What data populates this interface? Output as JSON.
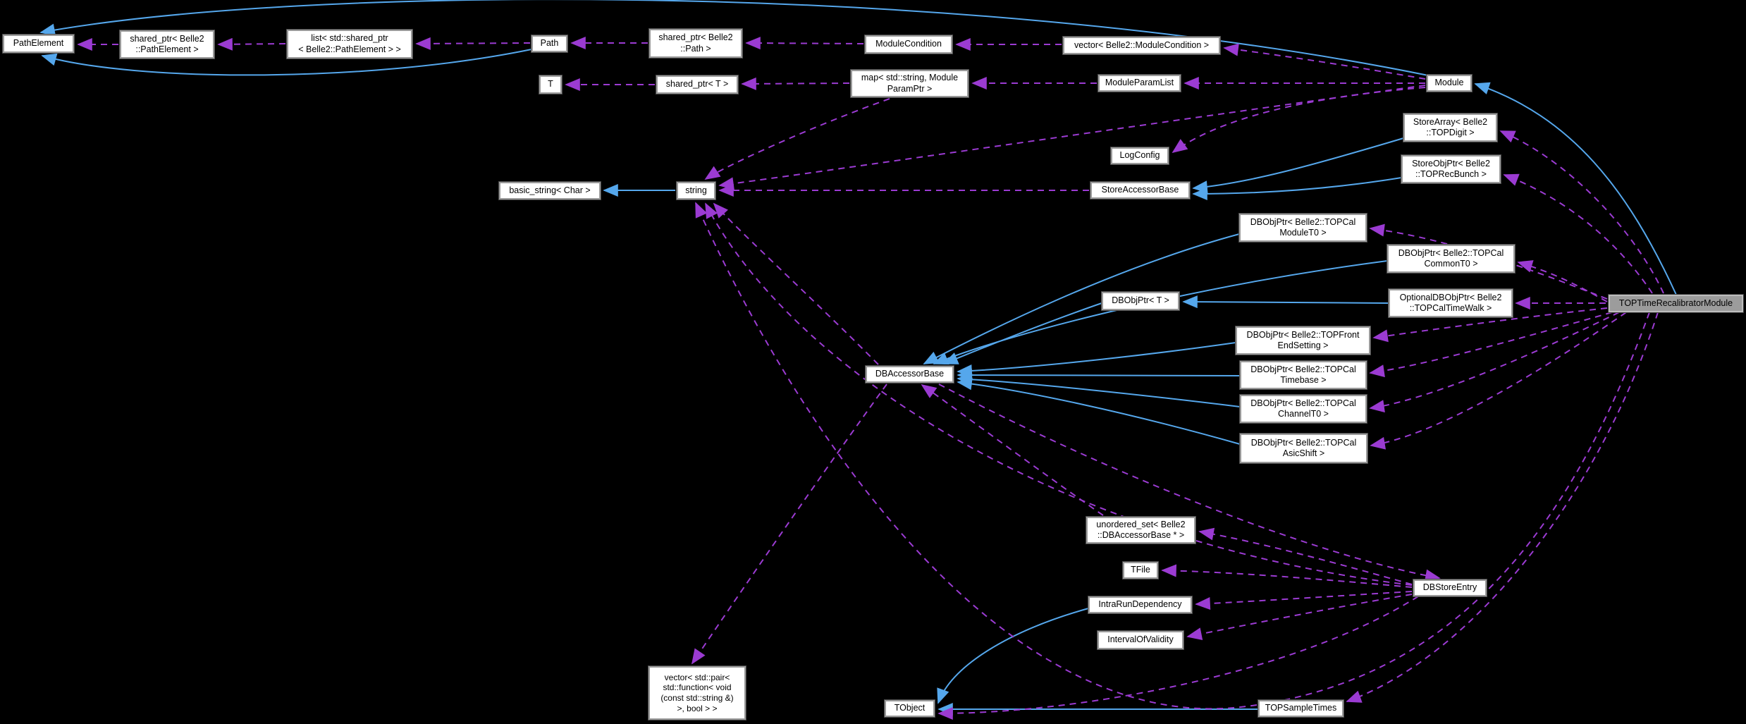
{
  "diagram": {
    "kind": "doxygen-collaboration-graph",
    "focus_class": "TOPTimeRecalibratorModule"
  },
  "colors": {
    "background": "#000000",
    "inheritance_edge": "#55a7ec",
    "usage_edge": "#9b3bd2",
    "node_fill": "#ffffff",
    "node_border": "#9a9a9a",
    "focus_node_fill": "#9c9c9c"
  },
  "nodes": {
    "path_element": {
      "label": "PathElement"
    },
    "shared_ptr_path_element": {
      "label": "shared_ptr< Belle2\n::PathElement >"
    },
    "list_shared_ptr_path_element": {
      "label": "list< std::shared_ptr\n< Belle2::PathElement > >"
    },
    "path": {
      "label": "Path"
    },
    "shared_ptr_path": {
      "label": "shared_ptr< Belle2\n::Path >"
    },
    "module_condition": {
      "label": "ModuleCondition"
    },
    "vector_module_condition": {
      "label": "vector< Belle2::ModuleCondition >"
    },
    "t": {
      "label": "T"
    },
    "shared_ptr_t": {
      "label": "shared_ptr< T >"
    },
    "map_string_moduleparamptr": {
      "label": "map< std::string, Module\nParamPtr >"
    },
    "module_param_list": {
      "label": "ModuleParamList"
    },
    "module": {
      "label": "Module"
    },
    "store_array_topdigit": {
      "label": "StoreArray< Belle2\n::TOPDigit >"
    },
    "log_config": {
      "label": "LogConfig"
    },
    "store_obj_ptr_toprecbunch": {
      "label": "StoreObjPtr< Belle2\n::TOPRecBunch >"
    },
    "basic_string_char": {
      "label": "basic_string< Char >"
    },
    "string": {
      "label": "string"
    },
    "store_accessor_base": {
      "label": "StoreAccessorBase"
    },
    "dbobjptr_topcal_module_t0": {
      "label": "DBObjPtr< Belle2::TOPCal\nModuleT0 >"
    },
    "dbobjptr_topcal_common_t0": {
      "label": "DBObjPtr< Belle2::TOPCal\nCommonT0 >"
    },
    "dbobjptr_t": {
      "label": "DBObjPtr< T >"
    },
    "optional_dbobjptr_topcal_timewalk": {
      "label": "OptionalDBObjPtr< Belle2\n::TOPCalTimeWalk >"
    },
    "top_time_recalibrator_module": {
      "label": "TOPTimeRecalibratorModule"
    },
    "dbobjptr_topfront_end_setting": {
      "label": "DBObjPtr< Belle2::TOPFront\nEndSetting >"
    },
    "dbobjptr_topcal_timebase": {
      "label": "DBObjPtr< Belle2::TOPCal\nTimebase >"
    },
    "dbobjptr_topcal_channel_t0": {
      "label": "DBObjPtr< Belle2::TOPCal\nChannelT0 >"
    },
    "dbobjptr_topcal_asic_shift": {
      "label": "DBObjPtr< Belle2::TOPCal\nAsicShift >"
    },
    "db_accessor_base": {
      "label": "DBAccessorBase"
    },
    "unordered_set_db_accessor_base": {
      "label": "unordered_set< Belle2\n::DBAccessorBase * >"
    },
    "tfile": {
      "label": "TFile"
    },
    "db_store_entry": {
      "label": "DBStoreEntry"
    },
    "intra_run_dependency": {
      "label": "IntraRunDependency"
    },
    "interval_of_validity": {
      "label": "IntervalOfValidity"
    },
    "vector_pair_function_bool": {
      "label": "vector< std::pair<\nstd::function< void\n(const std::string &)\n>, bool > >"
    },
    "tobject": {
      "label": "TObject"
    },
    "top_sample_times": {
      "label": "TOPSampleTimes"
    }
  },
  "edges": [
    {
      "from": "path",
      "to": "path_element",
      "type": "inheritance"
    },
    {
      "from": "module",
      "to": "path_element",
      "type": "inheritance"
    },
    {
      "from": "top_time_recalibrator_module",
      "to": "module",
      "type": "inheritance"
    },
    {
      "from": "string",
      "to": "basic_string_char",
      "type": "inheritance"
    },
    {
      "from": "store_array_topdigit",
      "to": "store_accessor_base",
      "type": "inheritance"
    },
    {
      "from": "store_obj_ptr_toprecbunch",
      "to": "store_accessor_base",
      "type": "inheritance"
    },
    {
      "from": "dbobjptr_topcal_module_t0",
      "to": "db_accessor_base",
      "type": "inheritance"
    },
    {
      "from": "dbobjptr_topcal_common_t0",
      "to": "db_accessor_base",
      "type": "inheritance"
    },
    {
      "from": "dbobjptr_t",
      "to": "db_accessor_base",
      "type": "inheritance"
    },
    {
      "from": "optional_dbobjptr_topcal_timewalk",
      "to": "dbobjptr_t",
      "type": "inheritance"
    },
    {
      "from": "dbobjptr_topfront_end_setting",
      "to": "db_accessor_base",
      "type": "inheritance"
    },
    {
      "from": "dbobjptr_topcal_timebase",
      "to": "db_accessor_base",
      "type": "inheritance"
    },
    {
      "from": "dbobjptr_topcal_channel_t0",
      "to": "db_accessor_base",
      "type": "inheritance"
    },
    {
      "from": "dbobjptr_topcal_asic_shift",
      "to": "db_accessor_base",
      "type": "inheritance"
    },
    {
      "from": "intra_run_dependency",
      "to": "tobject",
      "type": "inheritance"
    },
    {
      "from": "top_sample_times",
      "to": "tobject",
      "type": "inheritance"
    },
    {
      "from": "shared_ptr_path_element",
      "to": "path_element",
      "type": "usage"
    },
    {
      "from": "list_shared_ptr_path_element",
      "to": "shared_ptr_path_element",
      "type": "usage"
    },
    {
      "from": "path",
      "to": "list_shared_ptr_path_element",
      "type": "usage"
    },
    {
      "from": "shared_ptr_path",
      "to": "path",
      "type": "usage"
    },
    {
      "from": "module_condition",
      "to": "shared_ptr_path",
      "type": "usage"
    },
    {
      "from": "vector_module_condition",
      "to": "module_condition",
      "type": "usage"
    },
    {
      "from": "module",
      "to": "vector_module_condition",
      "type": "usage"
    },
    {
      "from": "shared_ptr_t",
      "to": "t",
      "type": "usage"
    },
    {
      "from": "map_string_moduleparamptr",
      "to": "shared_ptr_t",
      "type": "usage"
    },
    {
      "from": "module_param_list",
      "to": "map_string_moduleparamptr",
      "type": "usage"
    },
    {
      "from": "module",
      "to": "module_param_list",
      "type": "usage"
    },
    {
      "from": "module",
      "to": "log_config",
      "type": "usage"
    },
    {
      "from": "module",
      "to": "string",
      "type": "usage"
    },
    {
      "from": "map_string_moduleparamptr",
      "to": "string",
      "type": "usage"
    },
    {
      "from": "store_accessor_base",
      "to": "string",
      "type": "usage"
    },
    {
      "from": "db_accessor_base",
      "to": "string",
      "type": "usage"
    },
    {
      "from": "db_store_entry",
      "to": "string",
      "type": "usage"
    },
    {
      "from": "top_time_recalibrator_module",
      "to": "string",
      "type": "usage"
    },
    {
      "from": "db_accessor_base",
      "to": "vector_pair_function_bool",
      "type": "usage"
    },
    {
      "from": "db_accessor_base",
      "to": "db_store_entry",
      "type": "usage"
    },
    {
      "from": "unordered_set_db_accessor_base",
      "to": "db_accessor_base",
      "type": "usage"
    },
    {
      "from": "db_store_entry",
      "to": "unordered_set_db_accessor_base",
      "type": "usage"
    },
    {
      "from": "db_store_entry",
      "to": "tfile",
      "type": "usage"
    },
    {
      "from": "db_store_entry",
      "to": "intra_run_dependency",
      "type": "usage"
    },
    {
      "from": "db_store_entry",
      "to": "interval_of_validity",
      "type": "usage"
    },
    {
      "from": "db_store_entry",
      "to": "tobject",
      "type": "usage"
    },
    {
      "from": "top_time_recalibrator_module",
      "to": "store_array_topdigit",
      "type": "usage"
    },
    {
      "from": "top_time_recalibrator_module",
      "to": "store_obj_ptr_toprecbunch",
      "type": "usage"
    },
    {
      "from": "top_time_recalibrator_module",
      "to": "dbobjptr_topcal_module_t0",
      "type": "usage"
    },
    {
      "from": "top_time_recalibrator_module",
      "to": "dbobjptr_topcal_common_t0",
      "type": "usage"
    },
    {
      "from": "top_time_recalibrator_module",
      "to": "optional_dbobjptr_topcal_timewalk",
      "type": "usage"
    },
    {
      "from": "top_time_recalibrator_module",
      "to": "dbobjptr_topfront_end_setting",
      "type": "usage"
    },
    {
      "from": "top_time_recalibrator_module",
      "to": "dbobjptr_topcal_timebase",
      "type": "usage"
    },
    {
      "from": "top_time_recalibrator_module",
      "to": "dbobjptr_topcal_channel_t0",
      "type": "usage"
    },
    {
      "from": "top_time_recalibrator_module",
      "to": "dbobjptr_topcal_asic_shift",
      "type": "usage"
    },
    {
      "from": "top_time_recalibrator_module",
      "to": "top_sample_times",
      "type": "usage"
    }
  ]
}
